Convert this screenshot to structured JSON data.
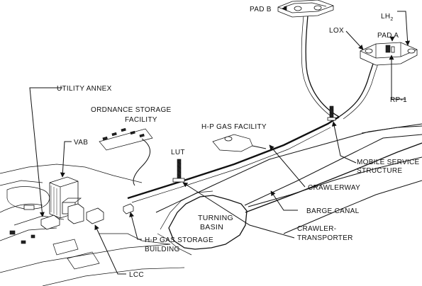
{
  "labels": {
    "pad_b": "PAD B",
    "lox": "LOX",
    "lh2_main": "LH",
    "lh2_sub": "2",
    "pad_a": "PAD A",
    "rp1": "RP-1",
    "utility_annex": "UTILITY ANNEX",
    "ordnance_line1": "ORDNANCE STORAGE",
    "ordnance_line2": "FACILITY",
    "hp_gas_facility": "H-P GAS FACILITY",
    "vab": "VAB",
    "lut": "LUT",
    "mobile_service_line1": "MOBILE SERVICE",
    "mobile_service_line2": "STRUCTURE",
    "crawlerway": "CRAWLERWAY",
    "barge_canal": "BARGE CANAL",
    "turning_basin_line1": "TURNING",
    "turning_basin_line2": "BASIN",
    "crawler_transporter_line1": "CRAWLER-",
    "crawler_transporter_line2": "TRANSPORTER",
    "hp_gas_storage_line1": "H-P GAS STORAGE",
    "hp_gas_storage_line2": "BUILDING",
    "lcc": "LCC"
  }
}
